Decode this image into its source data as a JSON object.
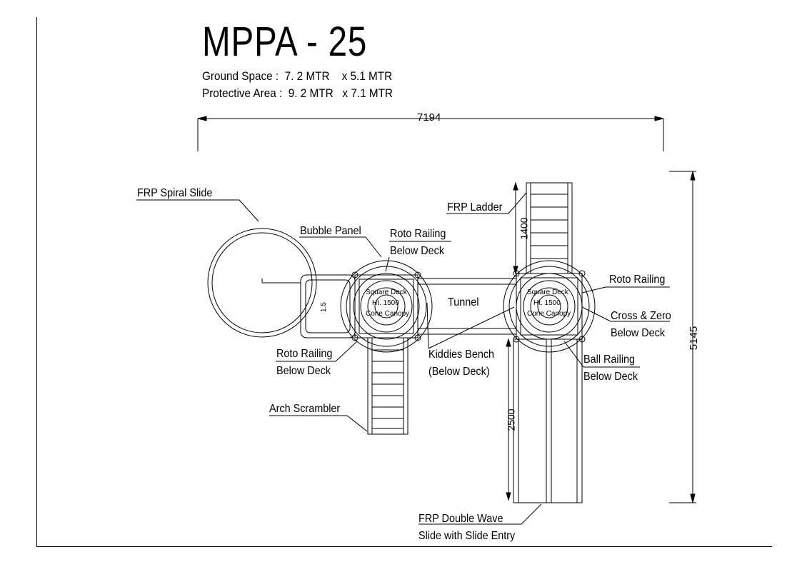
{
  "title": "MPPA - 25",
  "ground_space": "Ground Space :  7. 2 MTR    x 5.1 MTR",
  "protective_area": "Protective Area :  9. 2 MTR   x 7.1 MTR",
  "dimensions": {
    "overall_width": "7194",
    "overall_height": "5145",
    "ladder_length": "1400",
    "slide_length": "2500",
    "bridge_width": "1.5"
  },
  "labels": {
    "spiral_slide": "FRP Spiral Slide",
    "bubble_panel": "Bubble Panel",
    "roto_railing_top_line1": "Roto Railing",
    "roto_railing_top_line2": "Below Deck",
    "frp_ladder": "FRP Ladder",
    "roto_railing_right": "Roto Railing",
    "cross_zero_line1": "Cross & Zero",
    "cross_zero_line2": "Below Deck",
    "tunnel": "Tunnel",
    "roto_railing_left_line1": "Roto Railing",
    "roto_railing_left_line2": "Below Deck",
    "kiddies_bench_line1": "Kiddies Bench",
    "kiddies_bench_line2": "(Below Deck)",
    "ball_railing_line1": "Ball Railing",
    "ball_railing_line2": "Below Deck",
    "arch_scrambler": "Arch Scrambler",
    "double_wave_line1": "FRP Double Wave",
    "double_wave_line2": "Slide with Slide Entry"
  },
  "deck_left": {
    "line1": "Square Deck",
    "line2": "Ht. 1500",
    "line3": "Cone Canopy"
  },
  "deck_right": {
    "line1": "Square Deck",
    "line2": "Ht. 1500",
    "line3": "Cone Canopy"
  }
}
